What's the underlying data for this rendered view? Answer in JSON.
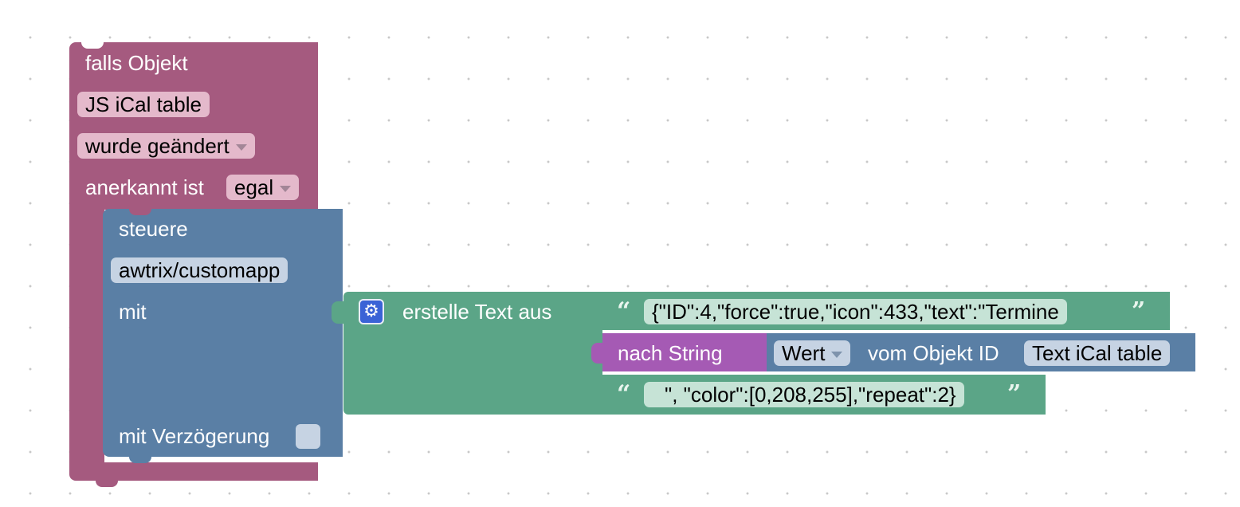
{
  "trigger_block": {
    "title": "falls Objekt",
    "object": "JS iCal table",
    "event": "wurde geändert",
    "ack_label": "anerkannt ist",
    "ack_value": "egal"
  },
  "control_block": {
    "title": "steuere",
    "object": "awtrix/customapp",
    "with_label": "mit",
    "delay_label": "mit Verzögerung",
    "delay_checked": false
  },
  "join_block": {
    "label": "erstelle Text aus",
    "icon": "gear-icon"
  },
  "text1": {
    "open_quote": "“",
    "value": "{\"ID\":4,\"force\":true,\"icon\":433,\"text\":\"Termine",
    "close_quote": "”"
  },
  "to_string_block": {
    "label": "nach String"
  },
  "get_value_block": {
    "attribute": "Wert",
    "label": "vom Objekt ID",
    "object": "Text iCal table"
  },
  "text2": {
    "open_quote": "“",
    "value": "\", \"color\":[0,208,255],\"repeat\":2}",
    "close_quote": "”"
  },
  "colors": {
    "trigger": "#a55a7f",
    "control": "#5a7fa5",
    "text": "#5ba587",
    "string": "#a55ab4"
  }
}
